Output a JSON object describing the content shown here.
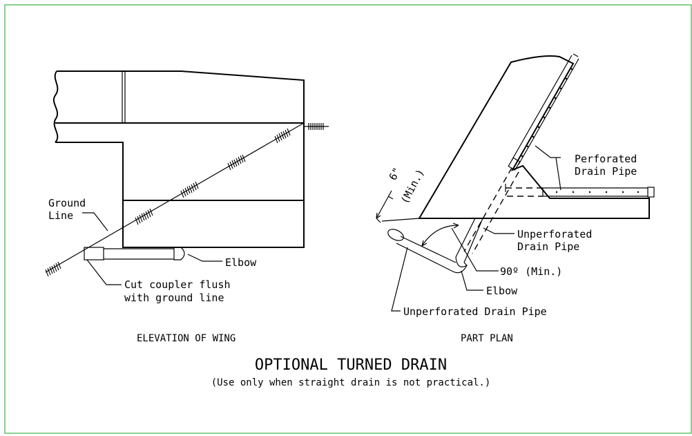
{
  "elevation": {
    "caption": "ELEVATION OF WING",
    "ground_line_1": "Ground",
    "ground_line_2": "Line",
    "elbow": "Elbow",
    "cut_coupler_1": "Cut coupler flush",
    "cut_coupler_2": "with ground line"
  },
  "plan": {
    "caption": "PART PLAN",
    "six_inch": "6\"",
    "min_paren": "(Min.)",
    "perforated_1": "Perforated",
    "perforated_2": "Drain Pipe",
    "unperforated_1": "Unperforated",
    "unperforated_2": "Drain Pipe",
    "angle": "90º (Min.)",
    "elbow": "Elbow",
    "unperforated_bottom": "Unperforated Drain Pipe"
  },
  "title": "OPTIONAL TURNED DRAIN",
  "note": "(Use only when straight drain is not practical.)",
  "colors": {
    "frame": "#3cb043",
    "ink": "#000000"
  }
}
